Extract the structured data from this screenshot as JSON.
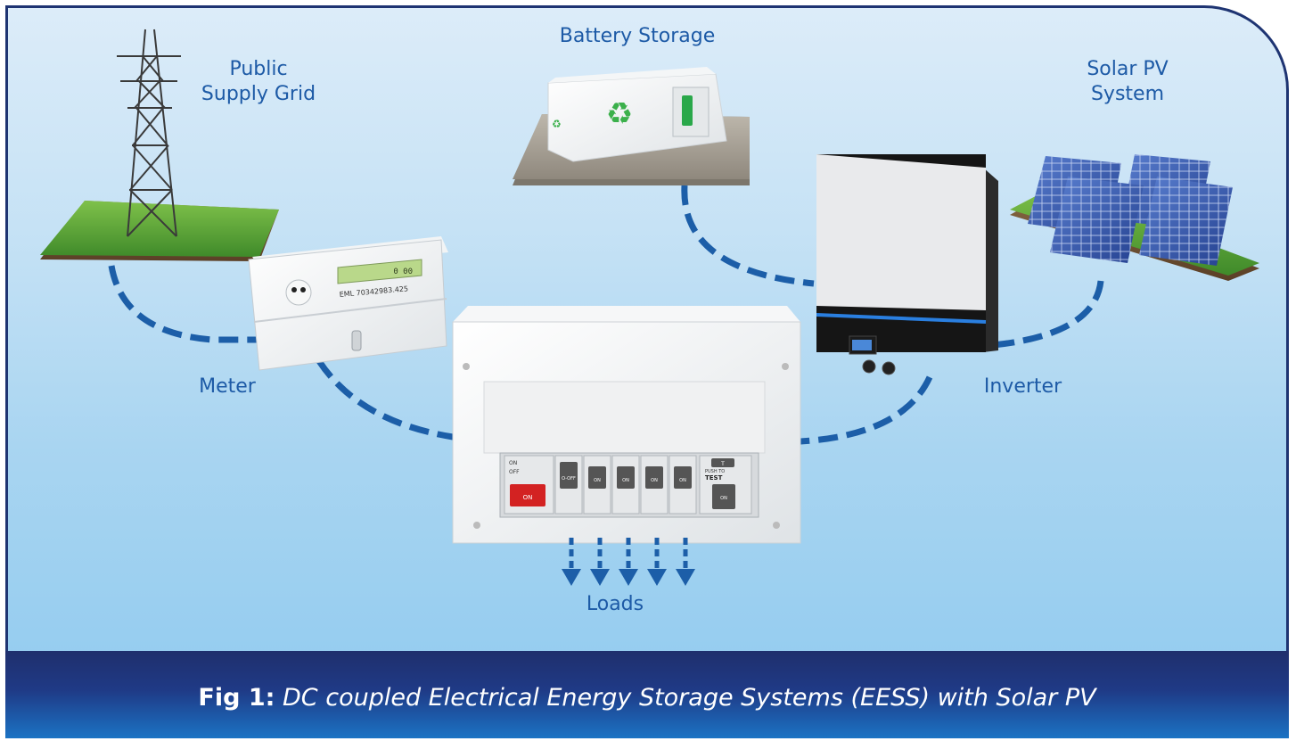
{
  "labels": {
    "grid": [
      "Public",
      "Supply Grid"
    ],
    "battery": "Battery Storage",
    "solar": [
      "Solar PV",
      "System"
    ],
    "meter": "Meter",
    "inverter": "Inverter",
    "loads": "Loads"
  },
  "meter_display": {
    "serial": "EML 70342983.425",
    "reading": "0 00"
  },
  "consumer_unit": {
    "main_switch": "ON",
    "main_marks": [
      "ON",
      "OFF"
    ],
    "off_breaker": "O-OFF",
    "breakers": [
      "ON",
      "ON",
      "ON",
      "ON"
    ],
    "rcd_push": "PUSH TO",
    "rcd_test": "TEST",
    "rcd_button": "T",
    "rcd_switch": "ON"
  },
  "caption": {
    "prefix": "Fig 1:",
    "text": "DC coupled Electrical Energy Storage Systems (EESS) with Solar PV"
  },
  "colors": {
    "connector": "#1c5ea8",
    "label": "#1d5aa6",
    "caption_bg": "#1f2f6d",
    "breaker_red": "#d32222"
  }
}
